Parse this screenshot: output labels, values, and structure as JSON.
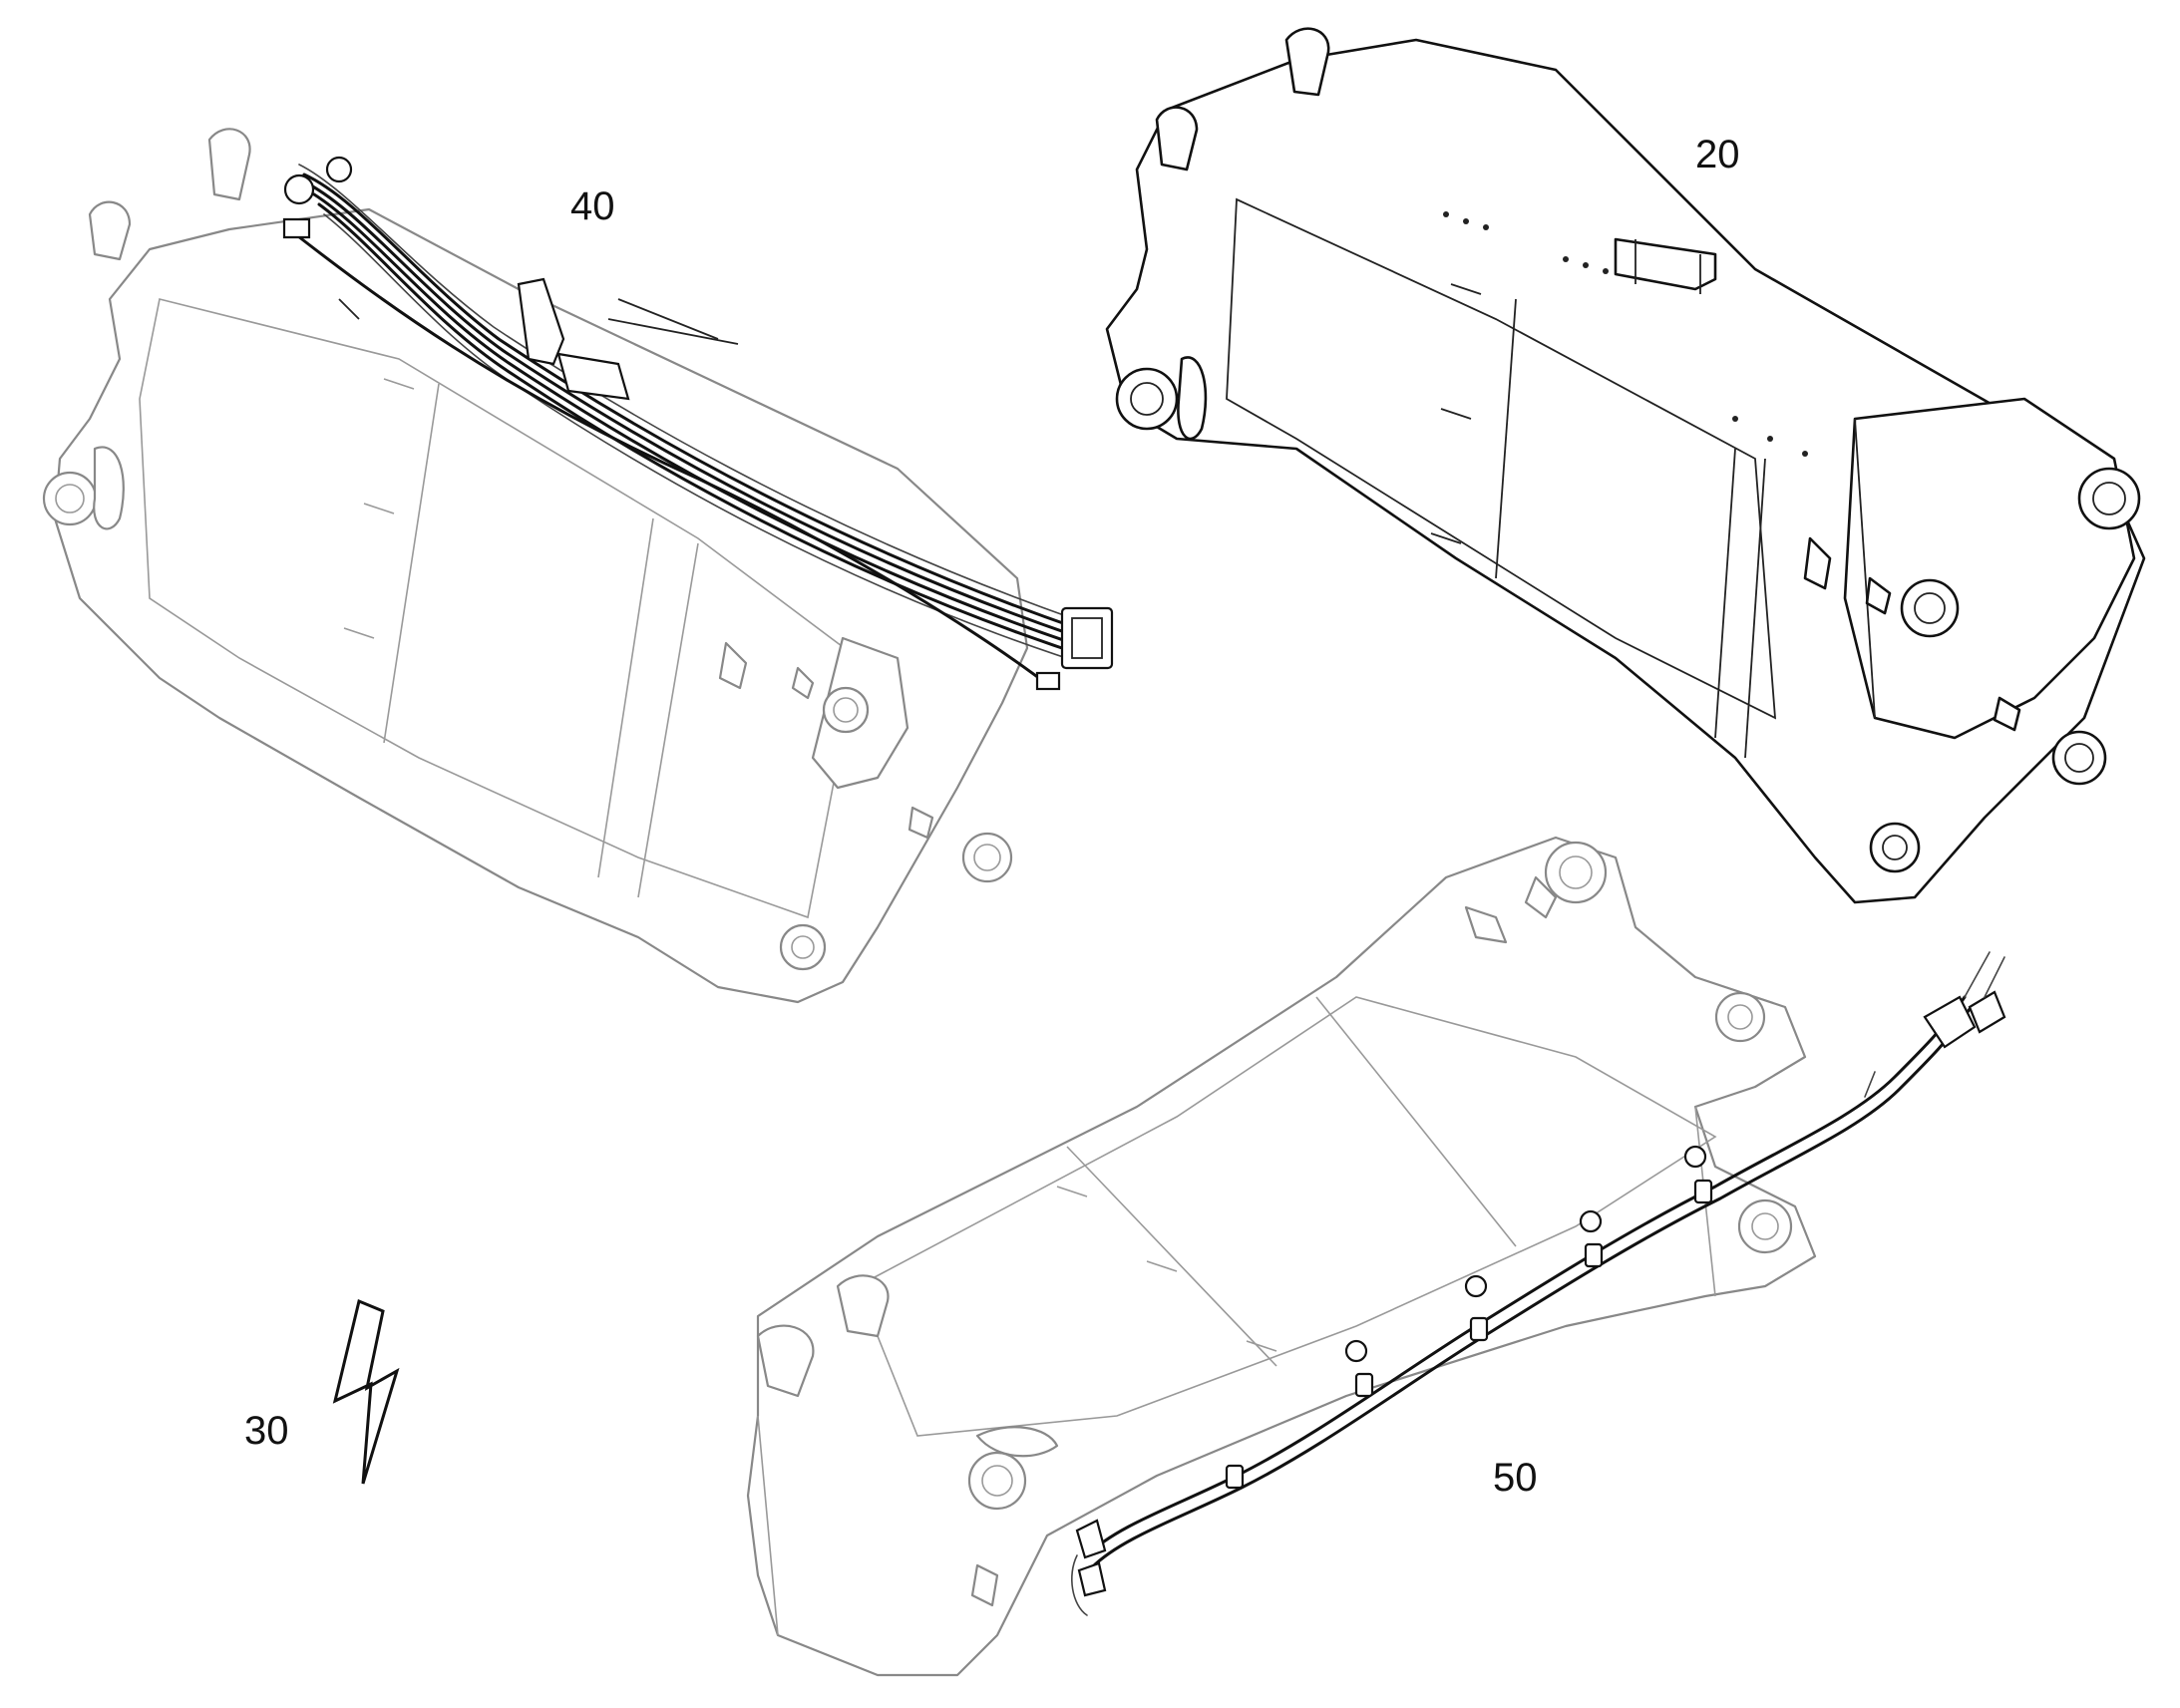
{
  "callouts": {
    "part_40": "40",
    "part_20": "20",
    "part_30": "30",
    "part_50": "50"
  },
  "symbols": {
    "electrical": "lightning-bolt-icon"
  },
  "colors": {
    "line_light": "#888888",
    "line_dark": "#111111",
    "background": "#ffffff"
  }
}
